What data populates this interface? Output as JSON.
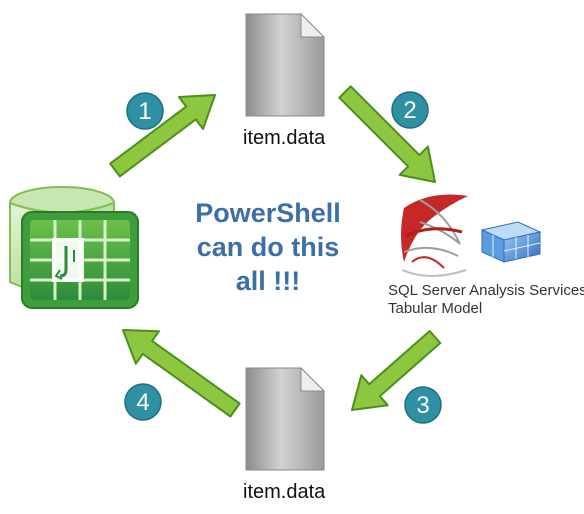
{
  "nodes": {
    "top_file_label": "item.data",
    "bottom_file_label": "item.data",
    "ssas_line1": "SQL Server Analysis Services",
    "ssas_line2": "Tabular Model"
  },
  "center": {
    "line1": "PowerShell",
    "line2": "can do this",
    "line3": "all !!!"
  },
  "steps": [
    "1",
    "2",
    "3",
    "4"
  ],
  "colors": {
    "arrow_fill": "#8dc63f",
    "arrow_stroke": "#4c8f1e",
    "badge_fill": "#2f8fa3",
    "badge_text": "#ffffff",
    "center_text": "#3b6fa8",
    "file_gray": "#a6a6a6",
    "powerpivot_green": "#4caf50",
    "sql_red": "#c62828",
    "cube_blue": "#4a90d9"
  },
  "icons": [
    "powerpivot-icon",
    "file-icon",
    "sql-server-icon",
    "cube-icon"
  ]
}
